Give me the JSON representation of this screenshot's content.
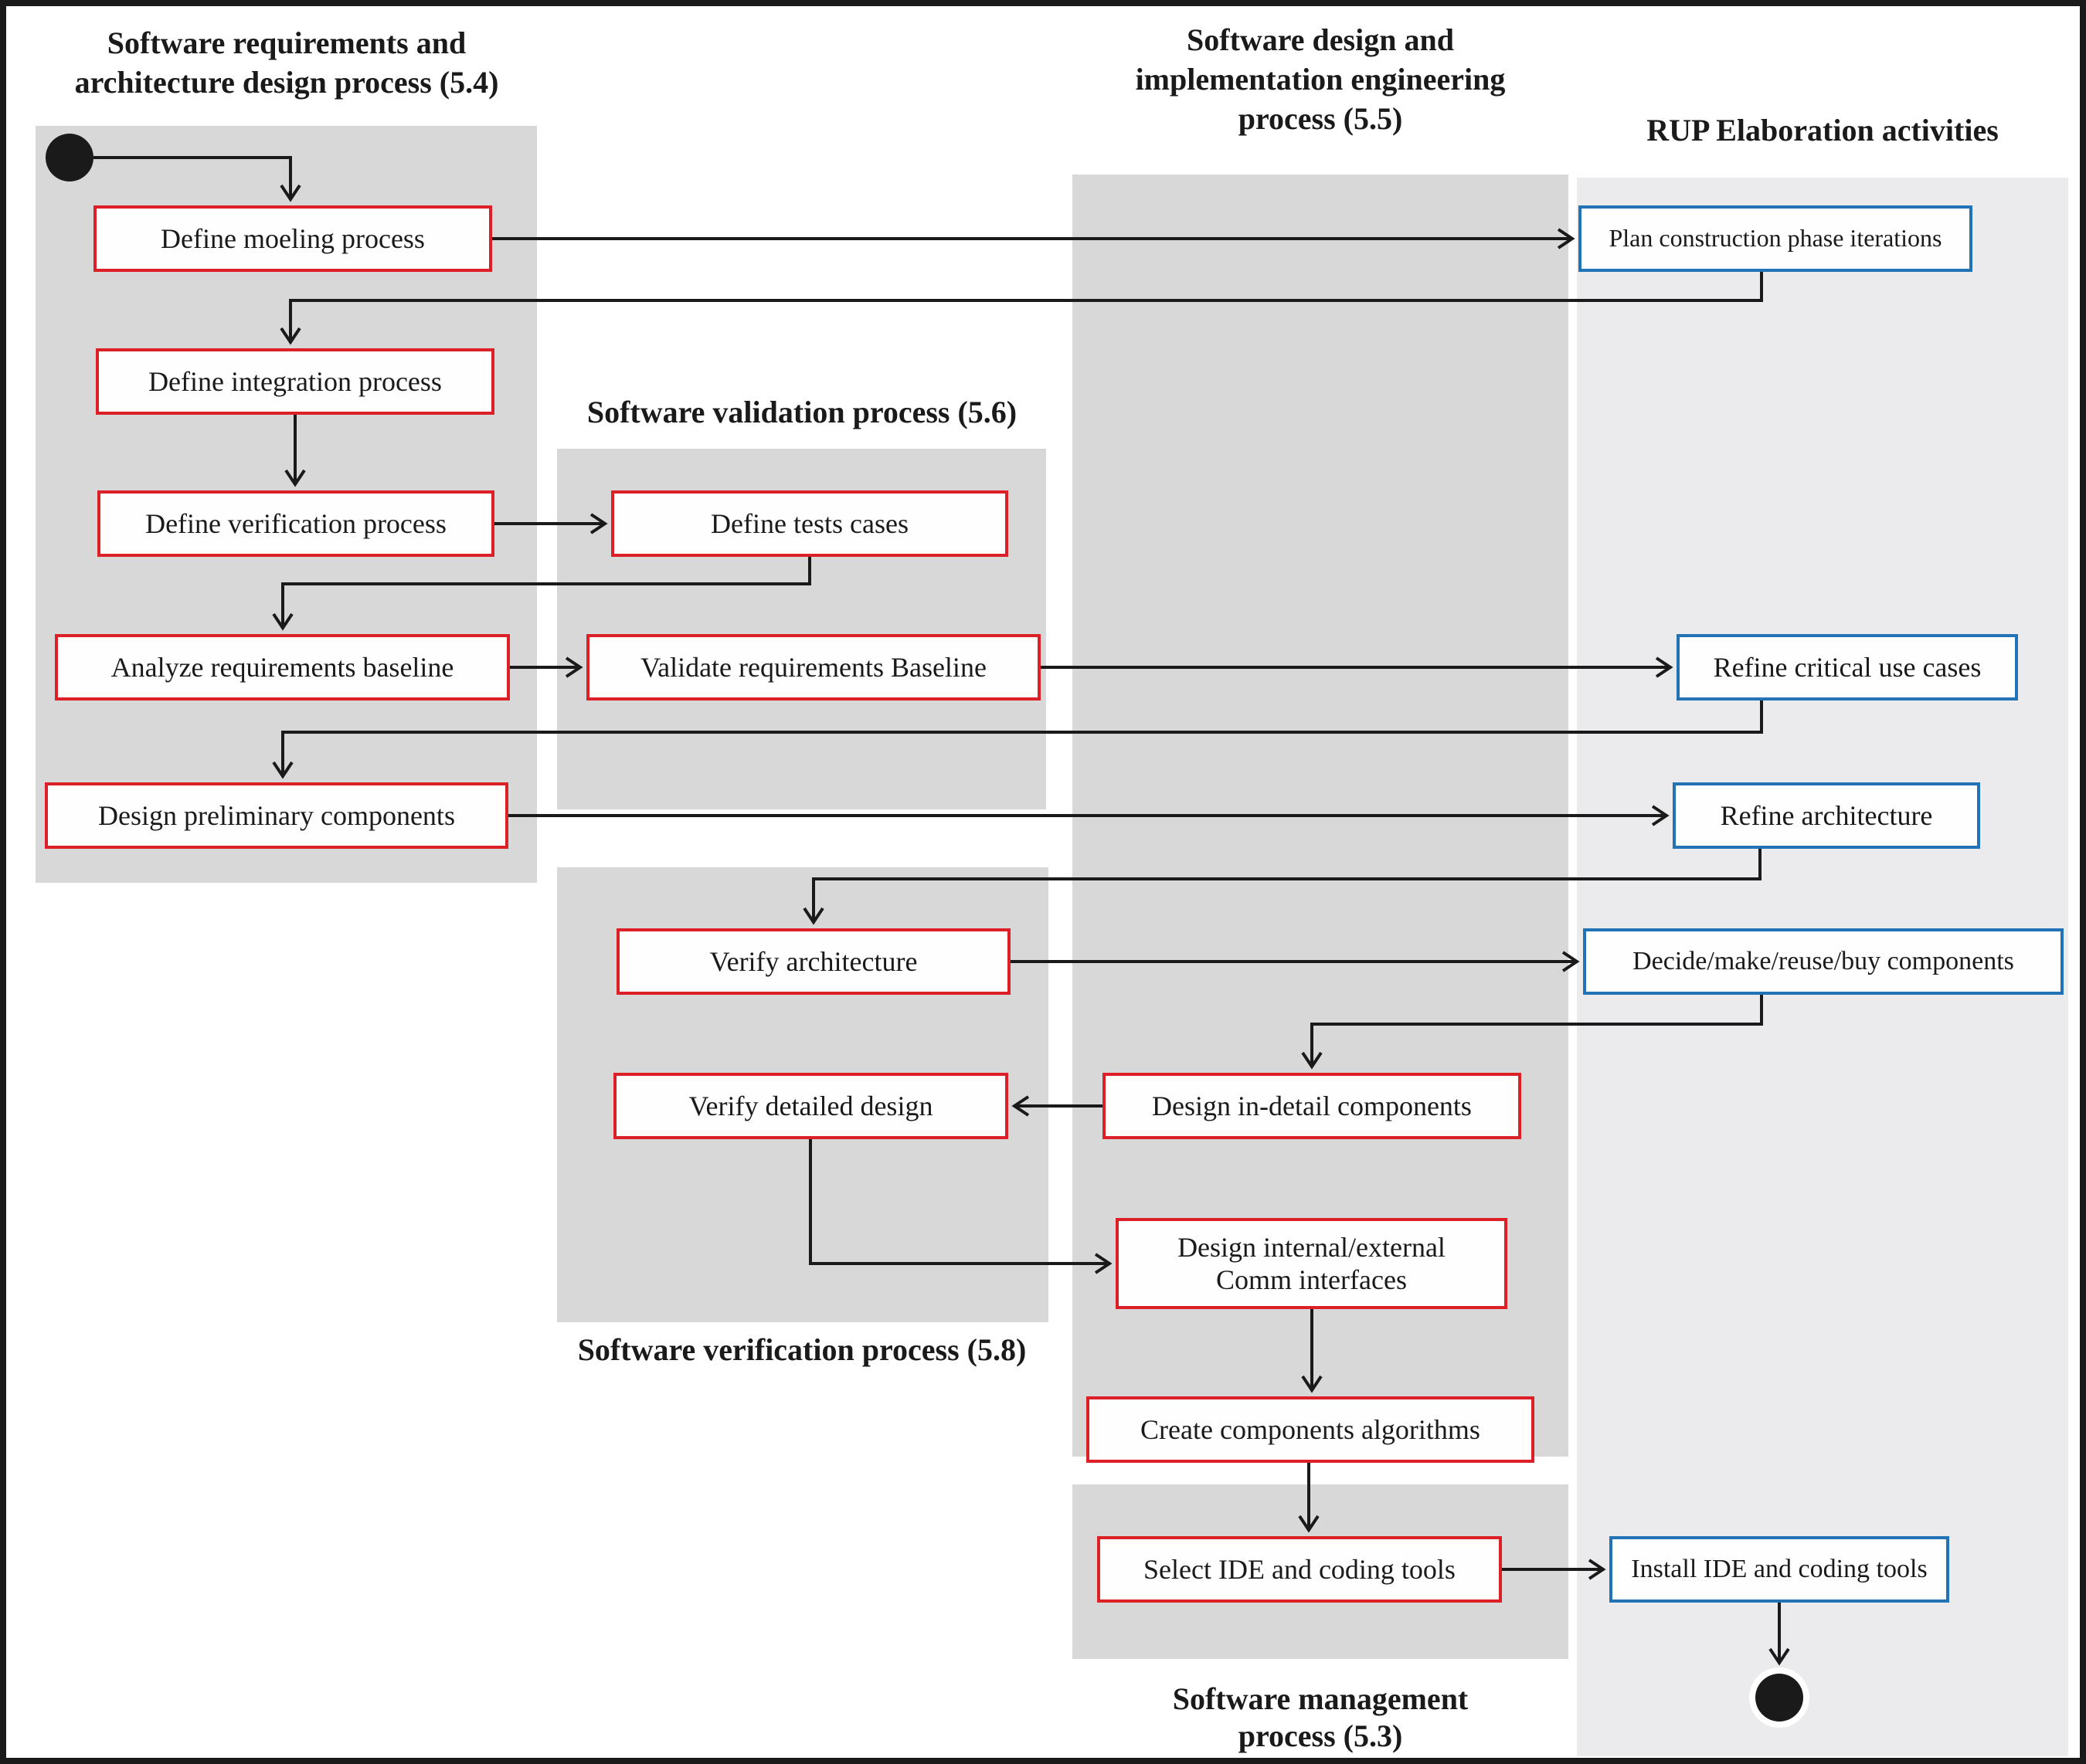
{
  "diagram": {
    "type": "flowchart",
    "colors": {
      "process_panel": "#d8d8d8",
      "rup_panel": "#ebebed",
      "red_border": "#dd2027",
      "blue_border": "#2273b6",
      "line": "#1a1a1a",
      "box_fill": "#fefefe"
    },
    "titles": {
      "requirements_l1": "Software requirements and",
      "requirements_l2": "architecture design process (5.4)",
      "design_l1": "Software design and",
      "design_l2": "implementation engineering",
      "design_l3": "process (5.5)",
      "rup": "RUP Elaboration activities",
      "validation": "Software validation process (5.6)",
      "verification": "Software verification process (5.8)",
      "management_l1": "Software management",
      "management_l2": "process (5.3)"
    },
    "boxes": {
      "define_modeling": {
        "label": "Define moeling process",
        "style": "red"
      },
      "define_integration": {
        "label": "Define integration process",
        "style": "red"
      },
      "define_verification": {
        "label": "Define verification process",
        "style": "red"
      },
      "analyze_requirements": {
        "label": "Analyze requirements baseline",
        "style": "red"
      },
      "design_preliminary": {
        "label": "Design preliminary components",
        "style": "red"
      },
      "define_test_cases": {
        "label": "Define tests cases",
        "style": "red"
      },
      "validate_requirements": {
        "label": "Validate requirements Baseline",
        "style": "red"
      },
      "verify_architecture": {
        "label": "Verify architecture",
        "style": "red"
      },
      "verify_detailed_design": {
        "label": "Verify detailed design",
        "style": "red"
      },
      "design_indetail": {
        "label": "Design in-detail components",
        "style": "red"
      },
      "design_comm": {
        "line1": "Design internal/external",
        "line2": "Comm interfaces",
        "style": "red"
      },
      "create_algorithms": {
        "label": "Create components algorithms",
        "style": "red"
      },
      "select_ide": {
        "label": "Select IDE and coding tools",
        "style": "red"
      },
      "plan_construction": {
        "label": "Plan construction phase iterations",
        "style": "blue"
      },
      "refine_use_cases": {
        "label": "Refine critical use cases",
        "style": "blue"
      },
      "refine_architecture": {
        "label": "Refine architecture",
        "style": "blue"
      },
      "decide_components": {
        "label": "Decide/make/reuse/buy components",
        "style": "blue"
      },
      "install_ide": {
        "label": "Install IDE and coding tools",
        "style": "blue"
      }
    },
    "nodes": {
      "start": "initial-node",
      "end": "final-node"
    },
    "edges": [
      {
        "from": "start",
        "to": "define_modeling"
      },
      {
        "from": "define_modeling",
        "to": "plan_construction"
      },
      {
        "from": "plan_construction",
        "to": "define_integration"
      },
      {
        "from": "define_integration",
        "to": "define_verification"
      },
      {
        "from": "define_verification",
        "to": "define_test_cases"
      },
      {
        "from": "define_test_cases",
        "to": "analyze_requirements"
      },
      {
        "from": "analyze_requirements",
        "to": "validate_requirements"
      },
      {
        "from": "validate_requirements",
        "to": "refine_use_cases"
      },
      {
        "from": "refine_use_cases",
        "to": "design_preliminary"
      },
      {
        "from": "design_preliminary",
        "to": "refine_architecture"
      },
      {
        "from": "refine_architecture",
        "to": "verify_architecture"
      },
      {
        "from": "verify_architecture",
        "to": "decide_components"
      },
      {
        "from": "decide_components",
        "to": "design_indetail"
      },
      {
        "from": "design_indetail",
        "to": "verify_detailed_design"
      },
      {
        "from": "verify_detailed_design",
        "to": "design_comm"
      },
      {
        "from": "design_comm",
        "to": "create_algorithms"
      },
      {
        "from": "create_algorithms",
        "to": "select_ide"
      },
      {
        "from": "select_ide",
        "to": "install_ide"
      },
      {
        "from": "install_ide",
        "to": "end"
      }
    ]
  }
}
